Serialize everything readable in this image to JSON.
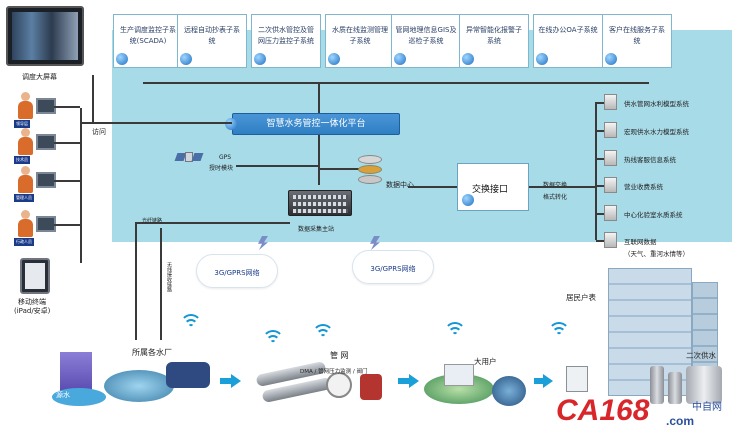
{
  "top_subsystems": [
    "生产调度监控子系统(SCADA)",
    "远程自动抄表子系统",
    "二次供水管控及管网压力监控子系统",
    "水质在线监测管理子系统",
    "管网地理信息GIS及巡检子系统",
    "异常智能化报警子系统",
    "在线办公OA子系统",
    "客户在线服务子系统"
  ],
  "platform_title": "智慧水务管控一体化平台",
  "left": {
    "screen_label": "调度大屏幕",
    "access_label": "访问",
    "tags": [
      "领导层",
      "技术员",
      "管理人员",
      "行政人员"
    ],
    "mobile_label": "移动终端",
    "mobile_sub": "(iPad/安卓)"
  },
  "center": {
    "gps_label": "GPS",
    "gps_sub": "授时模块",
    "data_center": "数据中心",
    "collector": "数据采集主站",
    "exchange": "交换接口",
    "exchange_note": "数据交换",
    "exchange_note2": "格式转化",
    "fiber": "光纤链路",
    "wireless": "无线接收链路"
  },
  "right_systems": [
    "供水管网水利模型系统",
    "宏观供水水力模型系统",
    "热线客服信息系统",
    "营业收费系统",
    "中心化验室水质系统",
    "互联网数据",
    "（天气、重河水情等）"
  ],
  "clouds": [
    "3G/GPRS网络",
    "3G/GPRS网络"
  ],
  "bottom": {
    "plant": "所属各水厂",
    "source": "源水",
    "pipe_title": "管 网",
    "pipe_sub": "DMA / 管网压力监测 / 阀门",
    "big_user": "大用户",
    "resident": "居民户表",
    "secondary": "二次供水"
  },
  "watermark": {
    "brand": "CA168",
    "suffix": ".com",
    "cn": "中自网"
  },
  "colors": {
    "platform_bg": "#a8dbe8",
    "title_bar": "#2f7fc4",
    "accent": "#1a9fd8",
    "watermark_red": "#d8262a",
    "watermark_blue": "#2b4f9e"
  }
}
